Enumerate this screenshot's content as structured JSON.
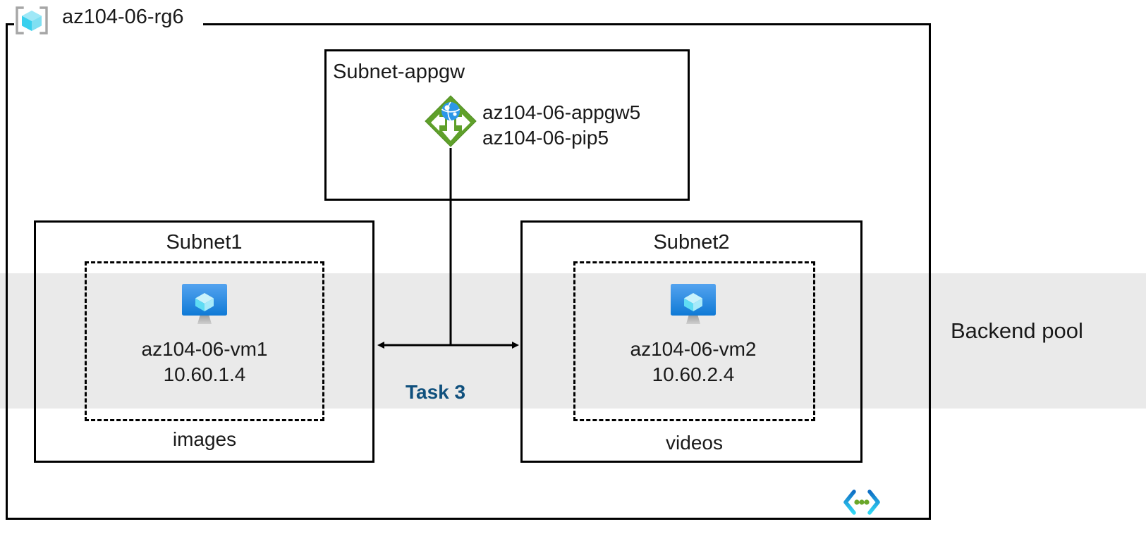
{
  "diagram": {
    "resource_group": {
      "name": "az104-06-rg6",
      "icon": "resource-group-cube-icon"
    },
    "backend_pool": {
      "label": "Backend pool",
      "band_color": "#eaeaea"
    },
    "task": {
      "label": "Task 3",
      "color": "#10507d"
    },
    "subnets": [
      {
        "id": "subnet-appgw",
        "title": "Subnet-appgw",
        "resources": [
          {
            "icon": "application-gateway-icon",
            "icon_color": "#5fa02a",
            "names": [
              "az104-06-appgw5",
              "az104-06-pip5"
            ]
          }
        ]
      },
      {
        "id": "subnet1",
        "title": "Subnet1",
        "vm": {
          "icon": "virtual-machine-icon",
          "name": "az104-06-vm1",
          "ip": "10.60.1.4"
        },
        "container": "images"
      },
      {
        "id": "subnet2",
        "title": "Subnet2",
        "vm": {
          "icon": "virtual-machine-icon",
          "name": "az104-06-vm2",
          "ip": "10.60.2.4"
        },
        "container": "videos"
      }
    ],
    "code_icon": {
      "name": "code-brackets-icon",
      "bracket_color": "#0f7fd4",
      "dot_color": "#6aa72a"
    }
  }
}
